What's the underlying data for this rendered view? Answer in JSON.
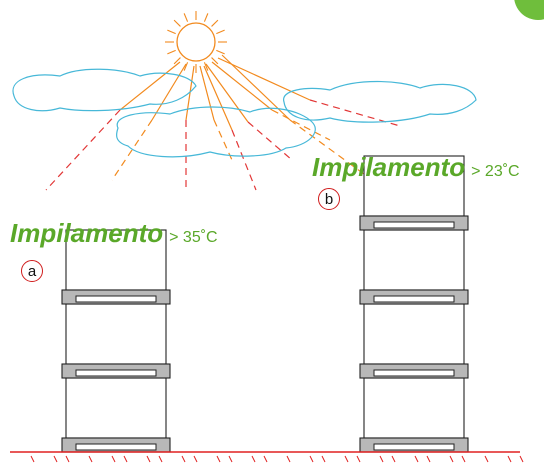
{
  "colors": {
    "sun": "#f28a1e",
    "ray_dash": "#e23636",
    "cloud": "#47b8d8",
    "heading_green": "#5aa829",
    "temp_green": "#5aa829",
    "crate_frame": "#222222",
    "crate_base": "#b8b8b8",
    "ground": "#e02020",
    "marker_ring": "#d01c1c",
    "corner_badge": "#6fbe3c"
  },
  "stack_a": {
    "heading": "Impilamento",
    "temperature": "> 35˚C",
    "marker": "a",
    "crate_count": 3
  },
  "stack_b": {
    "heading": "Impilamento",
    "temperature": "> 23˚C",
    "marker": "b",
    "crate_count": 4
  }
}
